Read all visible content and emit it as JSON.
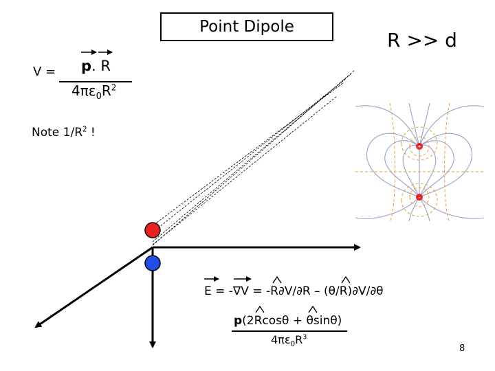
{
  "title": "Point Dipole",
  "condition": "R >> d",
  "potential": {
    "lhs": "V =",
    "numerator_p": "p",
    "numerator_rest": ". R",
    "denominator": "4πε",
    "denominator_sub": "0",
    "denominator_tail": "R",
    "denominator_exp": "2"
  },
  "note": {
    "text": "Note 1/R",
    "exp": "2",
    "tail": " !"
  },
  "field": {
    "expression": "E = -∇V = -R∂V/∂R – (θ/R)∂V/∂θ",
    "numerator_p": "p",
    "numerator_rest": "(2Rcosθ + θsinθ)",
    "denominator": "4πε",
    "denominator_sub": "0",
    "denominator_tail": "R",
    "denominator_exp": "3"
  },
  "page_number": "8",
  "colors": {
    "positive_charge": "#e8231f",
    "negative_charge": "#1f4fe8",
    "field_line": "#9a9fc9",
    "equipotential": "#e0a030"
  }
}
